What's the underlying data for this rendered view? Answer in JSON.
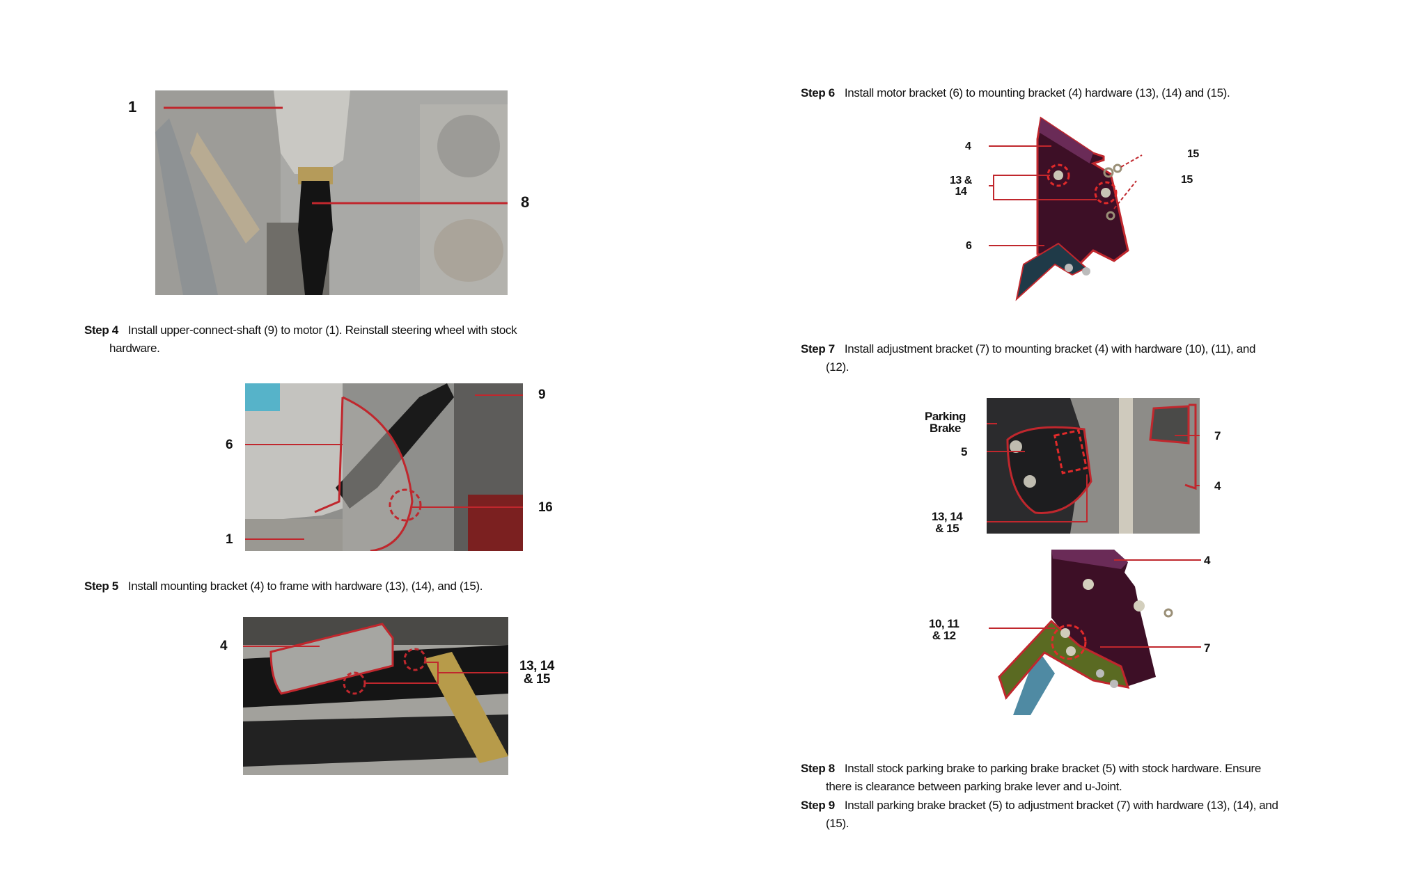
{
  "steps": {
    "step4": {
      "label": "Step 4",
      "text": "Install upper-connect-shaft (9) to motor (1). Reinstall steering wheel with stock",
      "cont": "hardware."
    },
    "step5": {
      "label": "Step 5",
      "text": "Install mounting bracket (4) to frame with hardware (13), (14), and (15)."
    },
    "step6": {
      "label": "Step 6",
      "text": "Install motor bracket (6) to mounting bracket (4) hardware (13), (14) and (15)."
    },
    "step7": {
      "label": "Step 7",
      "text": "Install adjustment bracket (7) to mounting bracket (4) with hardware (10), (11), and",
      "cont": "(12)."
    },
    "step8": {
      "label": "Step 8",
      "text": "Install stock parking brake to parking brake bracket (5) with stock hardware. Ensure",
      "cont": "there is clearance between parking brake lever and u-Joint."
    },
    "step9": {
      "label": "Step 9",
      "text": "Install parking brake bracket (5) to adjustment bracket (7) with hardware (13), (14), and",
      "cont": "(15)."
    }
  },
  "figures": {
    "fig1": {
      "callouts": [
        "1",
        "8"
      ]
    },
    "fig2": {
      "callouts": [
        "9",
        "6",
        "16",
        "1"
      ]
    },
    "fig3": {
      "callouts": [
        "4",
        "13, 14",
        "& 15"
      ]
    },
    "fig4": {
      "callouts": [
        "4",
        "13 &",
        "14",
        "15",
        "15",
        "6"
      ]
    },
    "fig5": {
      "callouts": [
        "Parking",
        "Brake",
        "5",
        "7",
        "4",
        "13, 14",
        "& 15"
      ]
    },
    "fig6": {
      "callouts": [
        "4",
        "10, 11",
        "& 12",
        "7"
      ]
    }
  },
  "colors": {
    "callout_line": "#c0272d",
    "mount_bracket": "#4a1530",
    "motor_bracket": "#1f3a48",
    "adjust_bracket": "#5a6a22"
  }
}
